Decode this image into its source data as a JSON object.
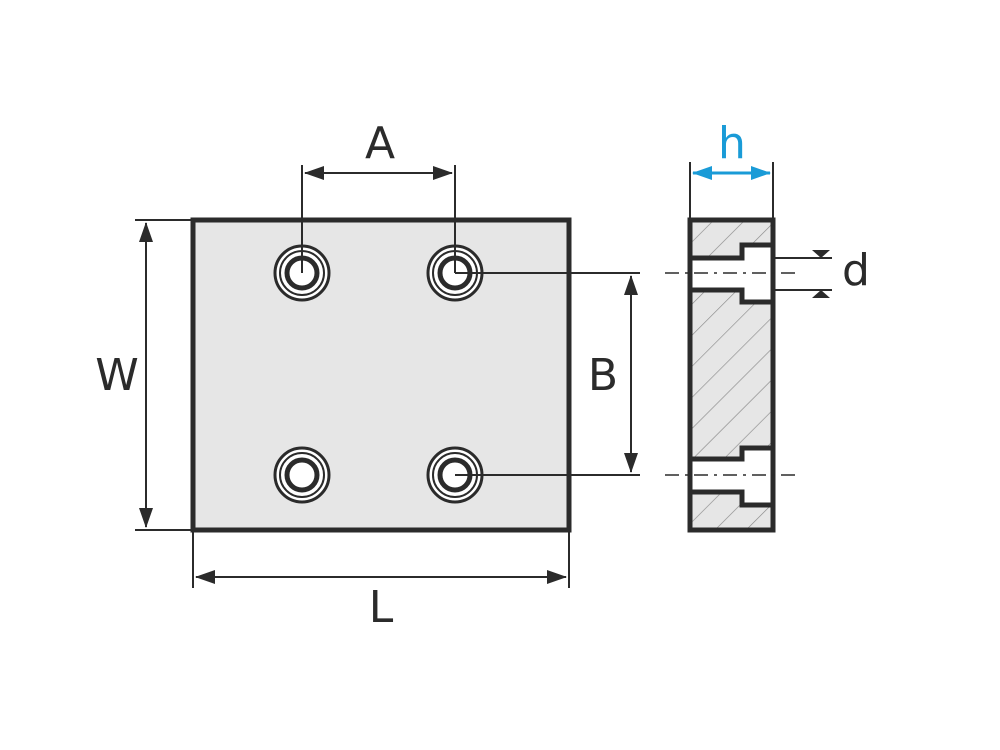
{
  "labels": {
    "A": "A",
    "B": "B",
    "W": "W",
    "L": "L",
    "h": "h",
    "d": "d"
  },
  "colors": {
    "outline": "#2b2b2b",
    "plate_fill": "#e6e6e6",
    "accent": "#1a9bd7",
    "hole_fill": "#ffffff"
  }
}
